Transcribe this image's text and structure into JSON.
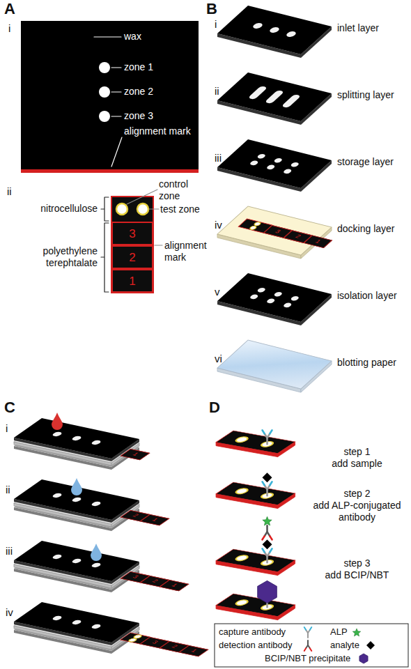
{
  "diagram": {
    "nodes": [
      {
        "text": [
          "3"
        ]
      },
      {
        "text": [
          "2"
        ]
      },
      {
        "text": [
          "1"
        ]
      },
      {
        "text": [
          "3"
        ]
      },
      {
        "text": [
          "2"
        ]
      },
      {
        "text": [
          "1"
        ]
      },
      {
        "text": [
          "1"
        ]
      },
      {
        "text": [
          "2"
        ]
      },
      {
        "text": [
          "1"
        ]
      },
      {
        "text": [
          "3"
        ]
      },
      {
        "text": [
          "2"
        ]
      },
      {
        "text": [
          "1"
        ]
      },
      {
        "text": [
          "3"
        ]
      },
      {
        "text": [
          "2"
        ]
      },
      {
        "text": [
          "1"
        ]
      }
    ],
    "labels": [
      "A",
      "i",
      "wax",
      "zone 1",
      "zone 2",
      "zone 3",
      "alignment mark",
      "ii",
      "control zone",
      "test zone",
      "nitrocellulose",
      "polyethylene terephtalate",
      "alignment mark",
      "B",
      "i",
      "inlet layer",
      "ii",
      "splitting layer",
      "iii",
      "storage layer",
      "iv",
      "docking layer",
      "v",
      "isolation layer",
      "vi",
      "blotting paper",
      "C",
      "i",
      "ii",
      "iii",
      "iv",
      "D",
      "step 1",
      "add sample",
      "step 2",
      "add ALP-conjugated antibody",
      "step 3",
      "add BCIP/NBT"
    ],
    "legend": [
      {
        "text": "capture antibody"
      },
      {
        "text": "ALP"
      },
      {
        "text": "detection antibody"
      },
      {
        "text": "analyte"
      },
      {
        "text": "BCIP/NBT precipitate"
      }
    ]
  }
}
